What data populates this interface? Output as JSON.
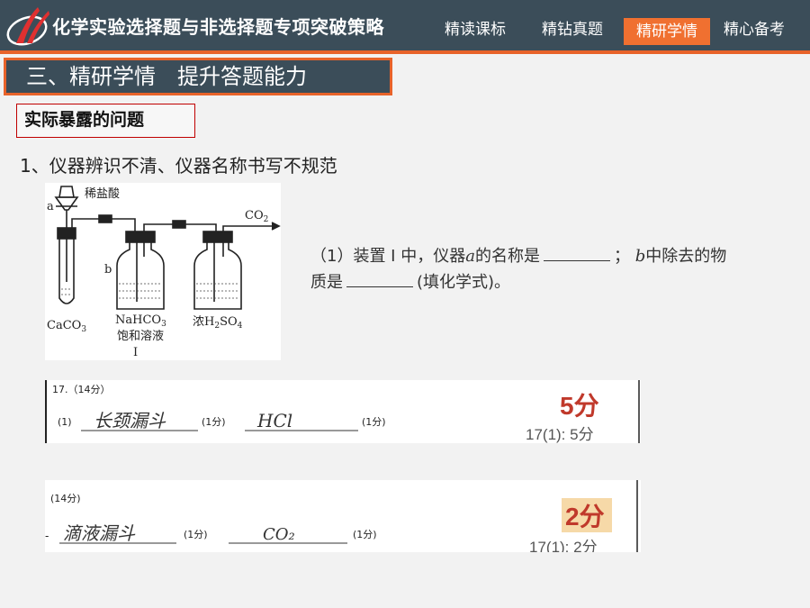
{
  "header": {
    "course_title": "化学实验选择题与非选择题专项突破策略",
    "nav": [
      {
        "label": "精读课标",
        "active": false
      },
      {
        "label": "精钻真题",
        "active": false
      },
      {
        "label": "精研学情",
        "active": true
      },
      {
        "label": "精心备考",
        "active": false
      }
    ]
  },
  "section": {
    "title": "三、精研学情　提升答题能力",
    "subtitle": "实际暴露的问题",
    "point": "1、仪器辨识不清、仪器名称书写不规范"
  },
  "apparatus": {
    "label_a": "a",
    "label_b": "b",
    "acid": "稀盐酸",
    "gas_out": "CO",
    "gas_out_sub": "2",
    "flask1": "CaCO",
    "flask1_sub": "3",
    "flask2": "NaHCO",
    "flask2_sub": "3",
    "flask2_note": "饱和溶液",
    "flask3": "浓H",
    "flask3_sub": "2",
    "flask3_tail": "SO",
    "flask3_sub2": "4",
    "device": "I"
  },
  "question": {
    "part1": "（1）装置 I 中，仪器",
    "var_a": "a",
    "part2": "的名称是",
    "part3": "；",
    "var_b": "b",
    "part4": "中除去的物质是",
    "part5": "(填化学式)。"
  },
  "answer1": {
    "header": "17.（14分）",
    "num": "(1)",
    "ans_a": "长颈漏斗",
    "mark1": "(1分)",
    "ans_b": "HCl",
    "mark2": "(1分)",
    "score": "5分",
    "score_detail": "17(1): 5分",
    "score_color": "#c0392b"
  },
  "answer2": {
    "header": "(14分)",
    "ans_a": "滴液漏斗",
    "mark1": "(1分)",
    "ans_b": "CO₂",
    "mark2": "(1分)",
    "score": "2分",
    "score_detail": "17(1): 2分",
    "score_color": "#c0392b"
  }
}
